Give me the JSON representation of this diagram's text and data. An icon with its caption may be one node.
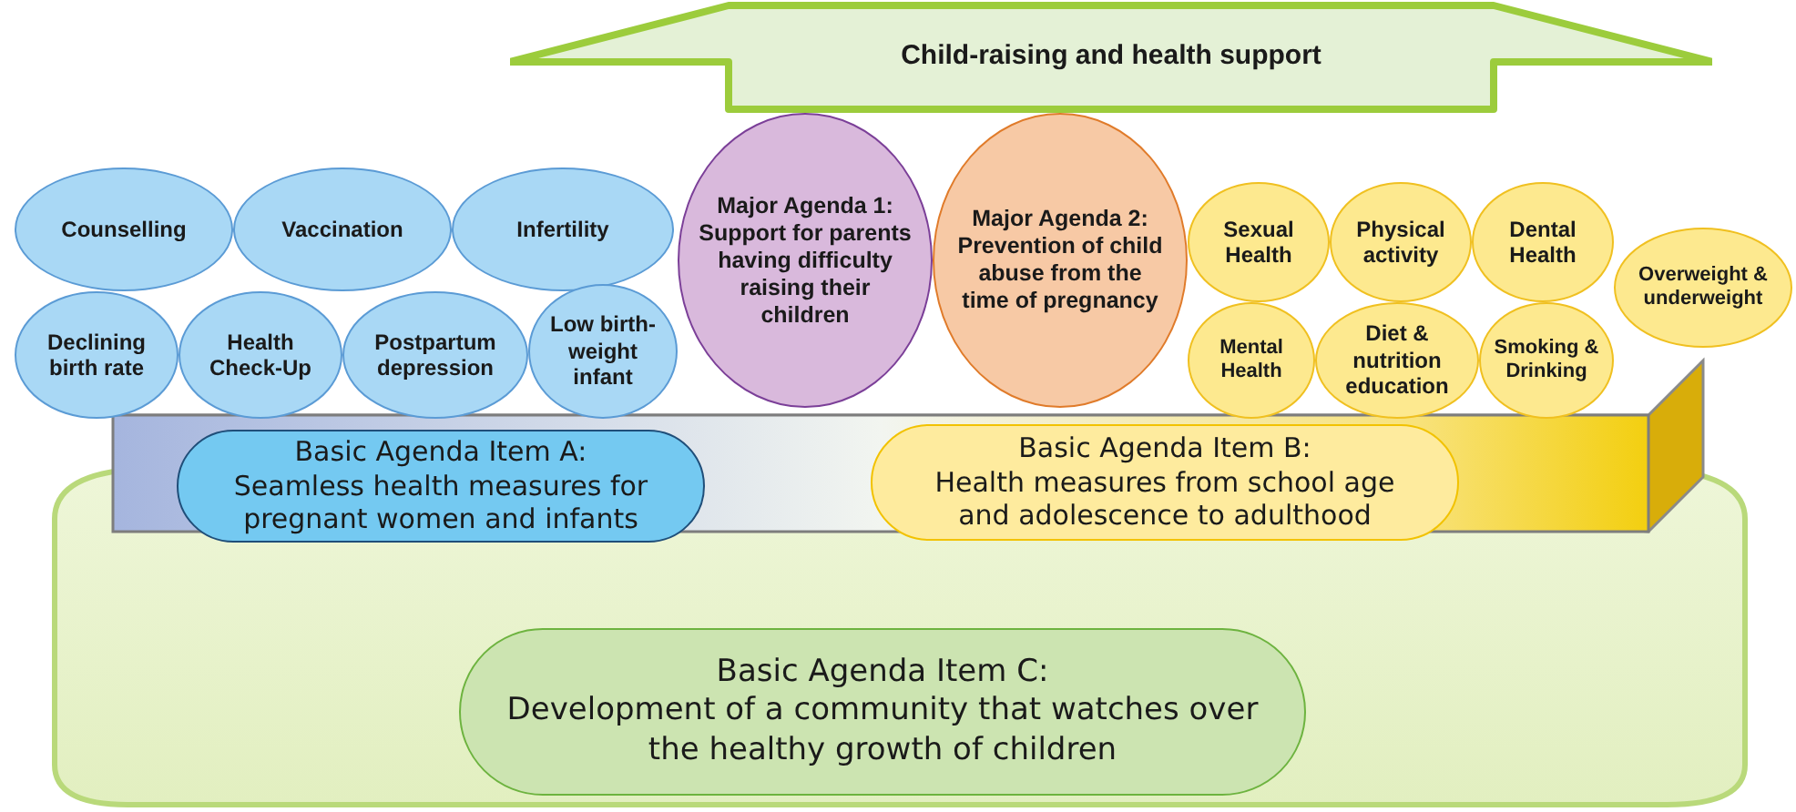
{
  "diagram": {
    "nodes": [
      {
        "text": [
          "Child-raising and health support"
        ]
      },
      {
        "text": [
          "Counselling"
        ]
      },
      {
        "text": [
          "Vaccination"
        ]
      },
      {
        "text": [
          "Infertility"
        ]
      },
      {
        "text": [
          "Declining birth rate"
        ]
      },
      {
        "text": [
          "Health Check-Up"
        ]
      },
      {
        "text": [
          "Postpartum depression"
        ]
      },
      {
        "text": [
          "Low birth-weight infant"
        ]
      },
      {
        "text": [
          "Major Agenda 1: Support for parents having difficulty raising their children"
        ]
      },
      {
        "text": [
          "Major Agenda 2: Prevention of child abuse from the time of pregnancy"
        ]
      },
      {
        "text": [
          "Sexual Health"
        ]
      },
      {
        "text": [
          "Physical activity"
        ]
      },
      {
        "text": [
          "Dental Health"
        ]
      },
      {
        "text": [
          "Overweight & underweight"
        ]
      },
      {
        "text": [
          "Mental Health"
        ]
      },
      {
        "text": [
          "Diet & nutrition education"
        ]
      },
      {
        "text": [
          "Smoking & Drinking"
        ]
      },
      {
        "text": [
          "Basic Agenda Item A:",
          "Seamless health measures for pregnant women and infants"
        ]
      },
      {
        "text": [
          "Basic Agenda Item B:",
          "Health measures from school age and adolescence to adulthood"
        ]
      },
      {
        "text": [
          "Basic Agenda Item C:",
          "Development of a community that watches over the healthy growth of children"
        ]
      }
    ]
  }
}
